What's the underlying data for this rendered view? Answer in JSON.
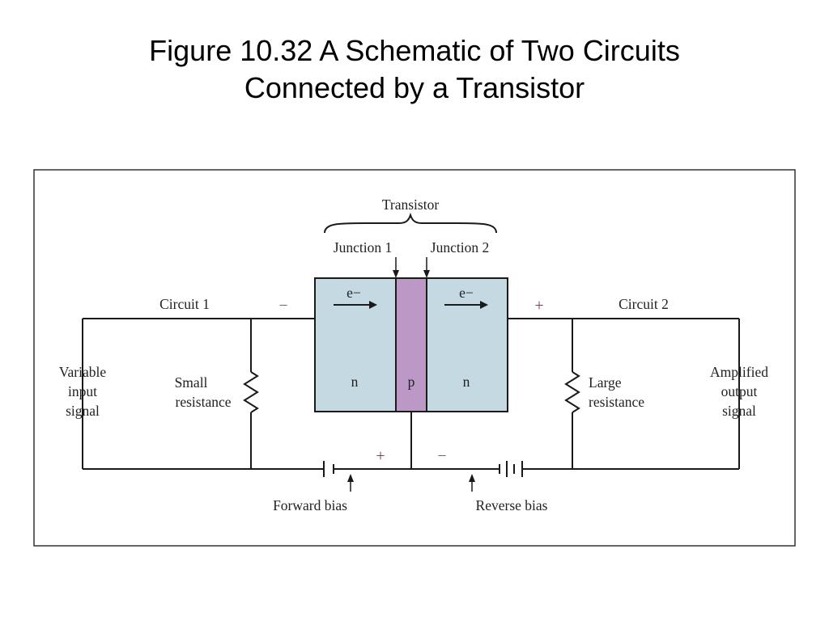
{
  "title": {
    "line1": "Figure 10.32  A Schematic of Two Circuits",
    "line2": "Connected by a Transistor"
  },
  "diagram": {
    "transistor_label": "Transistor",
    "junction1_label": "Junction 1",
    "junction2_label": "Junction 2",
    "electron_label_left": "e−",
    "electron_label_right": "e−",
    "region_left": "n",
    "region_middle": "p",
    "region_right": "n",
    "circuit1_label": "Circuit 1",
    "circuit2_label": "Circuit 2",
    "sign_minus_top": "−",
    "sign_plus_top": "+",
    "sign_plus_bottom": "+",
    "sign_minus_bottom": "−",
    "input_signal": [
      "Variable",
      "input",
      "signal"
    ],
    "small_resistance": [
      "Small",
      "resistance"
    ],
    "large_resistance": [
      "Large",
      "resistance"
    ],
    "output_signal": [
      "Amplified",
      "output",
      "signal"
    ],
    "forward_bias": "Forward bias",
    "reverse_bias": "Reverse bias",
    "colors": {
      "n_region": "#c5d9e2",
      "p_region": "#bc98c6",
      "sign_plus": "#9b2a6f",
      "sign_minus": "#2e7aa6",
      "wire": "#1a1a1a"
    }
  }
}
